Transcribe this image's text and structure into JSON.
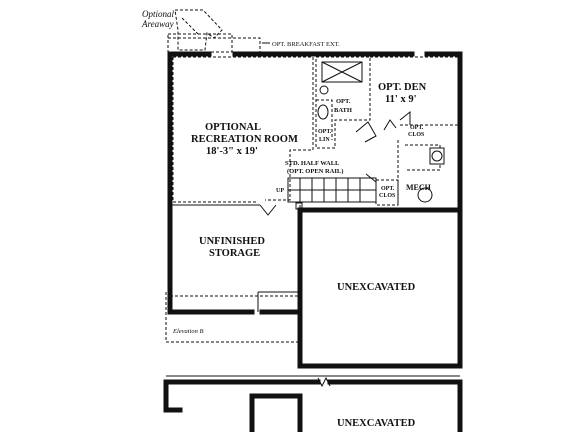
{
  "labels": {
    "optional_areaway_1": "Optional",
    "optional_areaway_2": "Areaway",
    "opt_breakfast_ext": "OPT. BREAKFAST EXT.",
    "opt_den": "OPT. DEN",
    "opt_den_size": "11' x 9'",
    "opt_bath_1": "OPT.",
    "opt_bath_2": "BATH",
    "opt_lin_1": "OPT.",
    "opt_lin_2": "LIN",
    "opt_clos_upper_1": "OPT.",
    "opt_clos_upper_2": "CLOS",
    "rec_room_1": "OPTIONAL",
    "rec_room_2": "RECREATION ROOM",
    "rec_room_size": "18'-3\" x 19'",
    "half_wall_1": "STD. HALF WALL",
    "half_wall_2": "(OPT. OPEN RAIL)",
    "up": "UP",
    "opt_clos_lower_1": "OPT.",
    "opt_clos_lower_2": "CLOS",
    "mech": "MECH",
    "storage_1": "UNFINISHED",
    "storage_2": "STORAGE",
    "unexcavated_1": "UNEXCAVATED",
    "elevation": "Elevation B",
    "unexcavated_2": "UNEXCAVATED"
  }
}
